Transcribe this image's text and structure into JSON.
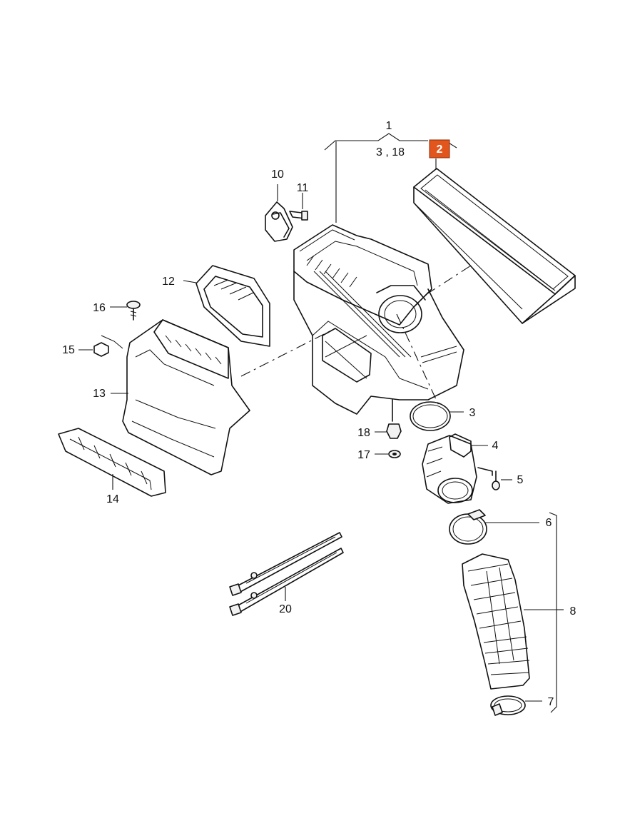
{
  "diagram": {
    "assembly_label": "1",
    "assembly_sub_label": "3 , 18",
    "highlighted_label": "2",
    "highlight_color": "#e2551c",
    "callouts": {
      "c3": "3",
      "c4": "4",
      "c5": "5",
      "c6": "6",
      "c7": "7",
      "c8": "8",
      "c10": "10",
      "c11": "11",
      "c12": "12",
      "c13": "13",
      "c14": "14",
      "c15": "15",
      "c16": "16",
      "c17": "17",
      "c18": "18",
      "c20": "20"
    }
  }
}
